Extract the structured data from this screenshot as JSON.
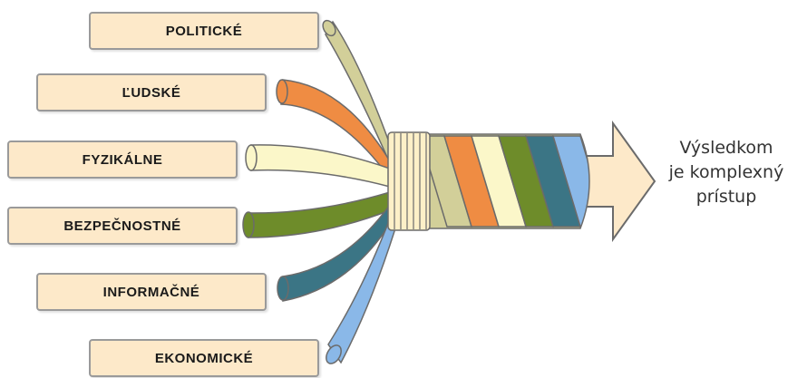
{
  "factors": [
    {
      "label": "POLITICKÉ",
      "color": "#d2cf99"
    },
    {
      "label": "ĽUDSKÉ",
      "color": "#ef8c43"
    },
    {
      "label": "FYZIKÁLNE",
      "color": "#fbf7c9"
    },
    {
      "label": "BEZPEČNOSTNÉ",
      "color": "#6e8c2a"
    },
    {
      "label": "INFORMAČNÉ",
      "color": "#3b7585"
    },
    {
      "label": "EKONOMICKÉ",
      "color": "#8ab8e8"
    }
  ],
  "result": {
    "line1": "Výsledkom",
    "line2": "je komplexný",
    "line3": "prístup"
  },
  "colors": {
    "box_fill": "#fde9c9",
    "box_border": "#9a9a9a",
    "arrow_fill": "#fde9c9",
    "binding_fill": "#fdf0c8",
    "outline": "#6b6b6b"
  }
}
